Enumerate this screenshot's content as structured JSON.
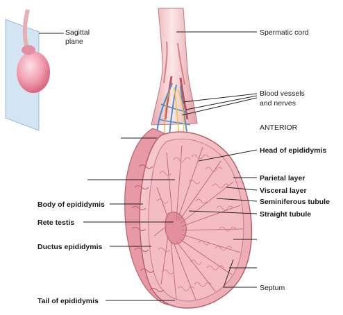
{
  "inset": {
    "label_line1": "Sagittal",
    "label_line2": "plane"
  },
  "labels": {
    "spermatic_cord": "Spermatic cord",
    "blood_vessels_line1": "Blood vessels",
    "blood_vessels_line2": "and nerves",
    "anterior": "ANTERIOR",
    "head_of_epididymis": "Head of epididymis",
    "parietal_layer": "Parietal layer",
    "visceral_layer": "Visceral layer",
    "seminiferous_tubule": "Seminiferous tubule",
    "straight_tubule": "Straight tubule",
    "septum": "Septum",
    "body_of_epididymis": "Body of epididymis",
    "rete_testis": "Rete testis",
    "ductus_epididymis": "Ductus epididymis",
    "tail_of_epididymis": "Tail of epididymis"
  },
  "colors": {
    "tissue_pink": "#f2b8bf",
    "tissue_dark": "#c9727f",
    "cord": "#f6d4d6",
    "vessel_blue": "#4f8fc8",
    "nerve_yellow": "#f2c23a",
    "inset_plane": "#cfe3f1"
  }
}
